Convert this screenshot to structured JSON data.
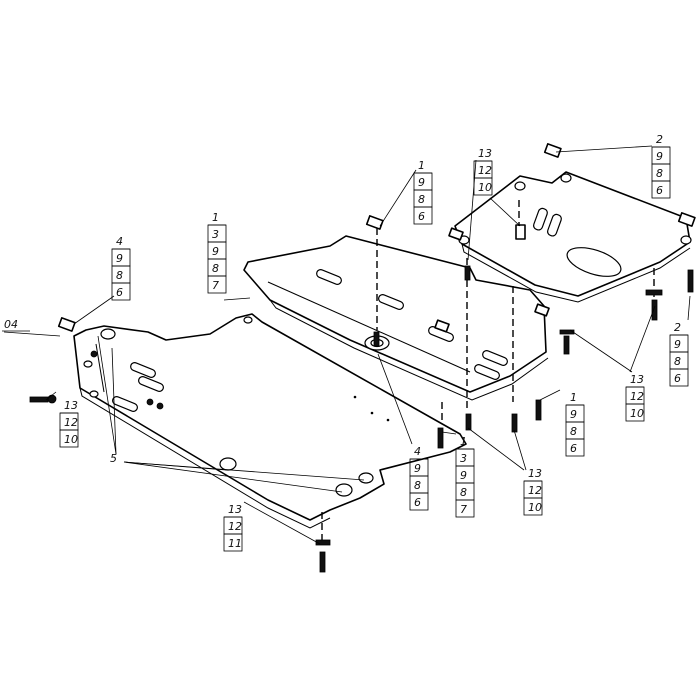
{
  "callouts": [
    {
      "id": "c-main-1",
      "nums": [
        "1",
        "3",
        "9",
        "8",
        "7"
      ]
    },
    {
      "id": "c-top-1",
      "nums": [
        "1",
        "9",
        "8",
        "6"
      ]
    },
    {
      "id": "c-top-13",
      "nums": [
        "13",
        "12",
        "10"
      ]
    },
    {
      "id": "c-top-2",
      "nums": [
        "2",
        "9",
        "8",
        "6"
      ]
    },
    {
      "id": "c-left-4",
      "nums": [
        "4",
        "9",
        "8",
        "6"
      ]
    },
    {
      "id": "c-left-13",
      "nums": [
        "13",
        "12",
        "10"
      ]
    },
    {
      "id": "c-right-2",
      "nums": [
        "2",
        "9",
        "8",
        "6"
      ]
    },
    {
      "id": "c-right-13",
      "nums": [
        "13",
        "12",
        "10"
      ]
    },
    {
      "id": "c-mid-1",
      "nums": [
        "1",
        "9",
        "8",
        "6"
      ]
    },
    {
      "id": "c-mid-4",
      "nums": [
        "4",
        "9",
        "8",
        "6"
      ]
    },
    {
      "id": "c-mid-1b",
      "nums": [
        "1",
        "3",
        "9",
        "8",
        "7"
      ]
    },
    {
      "id": "c-mid-13",
      "nums": [
        "13",
        "12",
        "10"
      ]
    },
    {
      "id": "c-bot-13",
      "nums": [
        "13",
        "12",
        "11"
      ]
    }
  ],
  "labels": {
    "label_04": "04",
    "label_5": "5"
  }
}
